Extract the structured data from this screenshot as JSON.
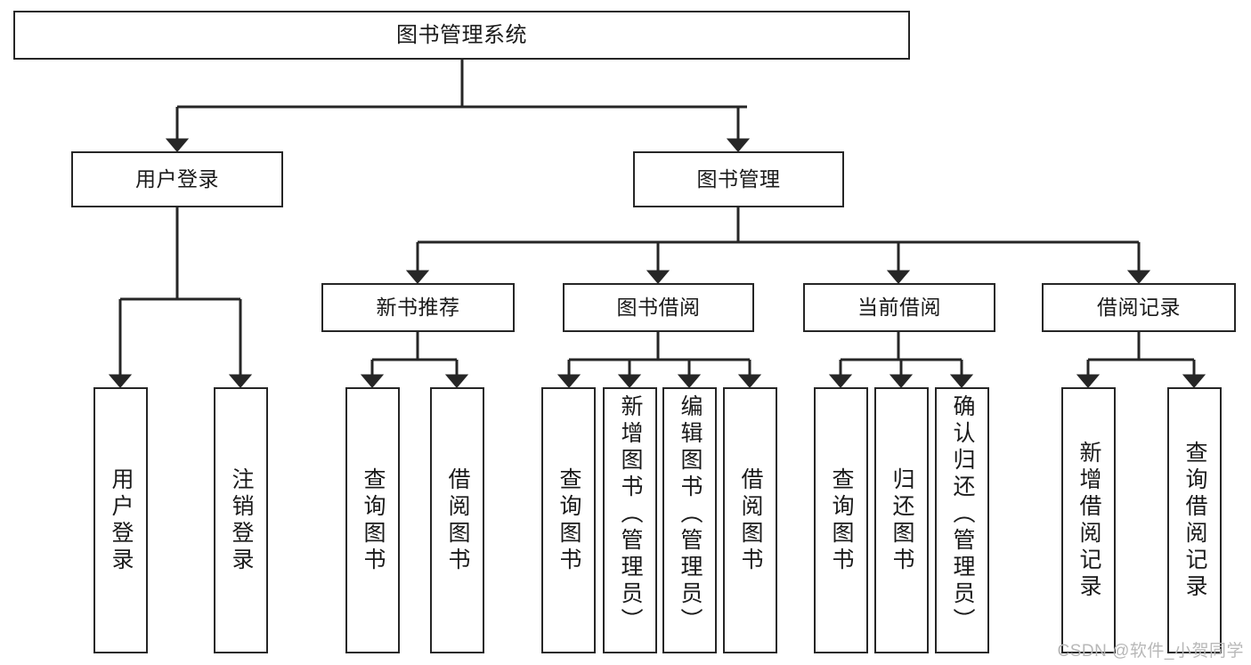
{
  "diagram": {
    "type": "tree-hierarchy",
    "watermark": "CSDN @软件_小贺同学",
    "colors": {
      "box_border": "#262626",
      "connector": "#262626",
      "background": "#ffffff",
      "text": "#1a1a1a",
      "watermark": "#b8b8b8"
    },
    "root": {
      "label": "图书管理系统"
    },
    "level2": [
      {
        "label": "用户登录"
      },
      {
        "label": "图书管理"
      }
    ],
    "level3": [
      {
        "label": "新书推荐"
      },
      {
        "label": "图书借阅"
      },
      {
        "label": "当前借阅"
      },
      {
        "label": "借阅记录"
      }
    ],
    "leaves": {
      "user_login": [
        {
          "label": "用户登录"
        },
        {
          "label": "注销登录"
        }
      ],
      "new_book_recommend": [
        {
          "label": "查询图书"
        },
        {
          "label": "借阅图书"
        }
      ],
      "book_borrow": [
        {
          "label": "查询图书"
        },
        {
          "label": "新增图书（管理员）"
        },
        {
          "label": "编辑图书（管理员）"
        },
        {
          "label": "借阅图书"
        }
      ],
      "current_borrow": [
        {
          "label": "查询图书"
        },
        {
          "label": "归还图书"
        },
        {
          "label": "确认归还（管理员）"
        }
      ],
      "borrow_record": [
        {
          "label": "新增借阅记录"
        },
        {
          "label": "查询借阅记录"
        }
      ]
    }
  }
}
